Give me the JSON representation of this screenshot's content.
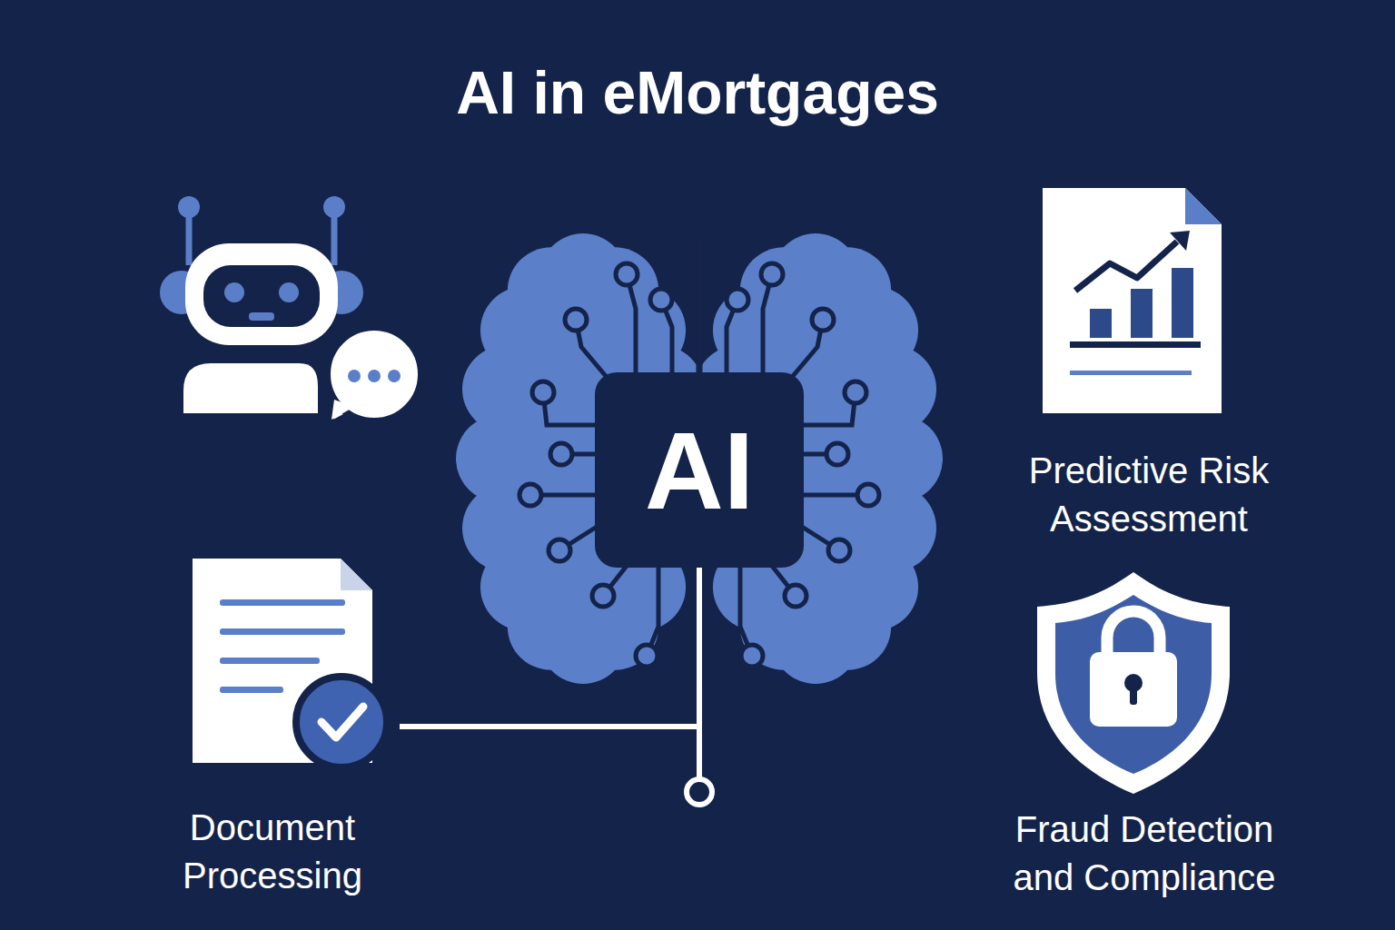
{
  "diagram": {
    "title": "AI in eMortgages",
    "nodes": [
      {
        "text": [
          "AI"
        ]
      },
      {
        "text": [
          "Predictive Risk Assessment"
        ]
      },
      {
        "text": [
          "Document Processing"
        ]
      },
      {
        "text": [
          "Fraud Detection and Compliance"
        ]
      }
    ],
    "edges": [
      {
        "from": 2,
        "to": 0,
        "arrow": "none"
      }
    ]
  }
}
